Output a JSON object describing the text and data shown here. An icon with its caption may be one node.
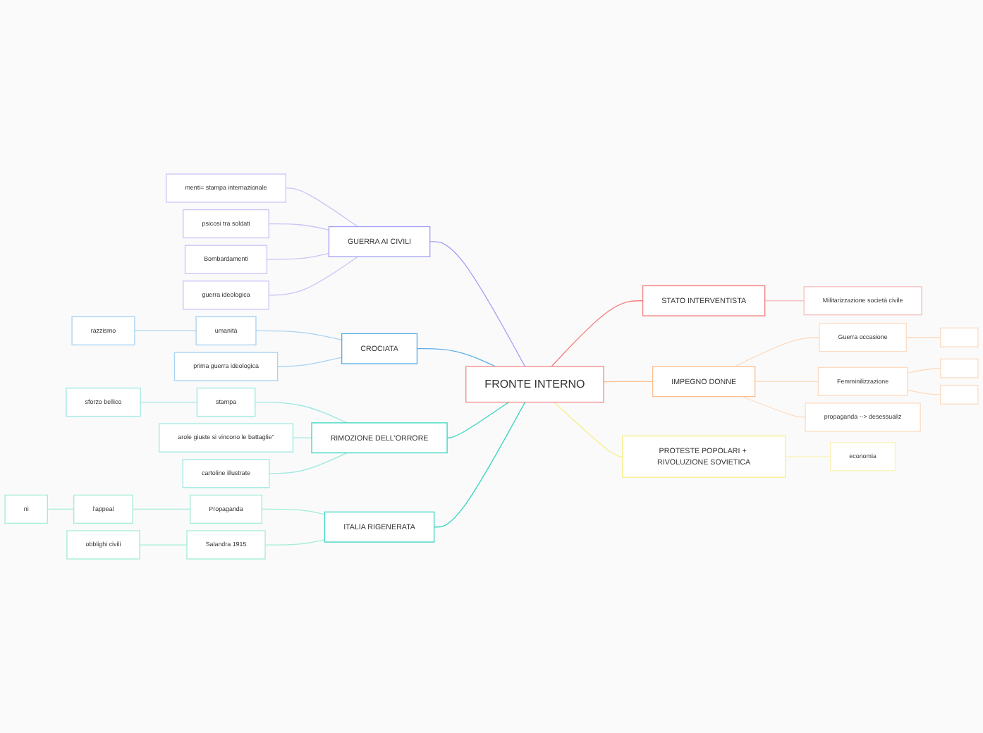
{
  "diagram": {
    "nodes": [
      {
        "text": [
          "FRONTE INTERNO"
        ]
      },
      {
        "text": [
          "GUERRA AI CIVILI"
        ]
      },
      {
        "text": [
          "menti= stampa internazionale"
        ]
      },
      {
        "text": [
          "psicosi tra soldati"
        ]
      },
      {
        "text": [
          "Bombardamenti"
        ]
      },
      {
        "text": [
          "guerra ideologica"
        ]
      },
      {
        "text": [
          "CROCIATA"
        ]
      },
      {
        "text": [
          "umanità"
        ]
      },
      {
        "text": [
          "razzismo"
        ]
      },
      {
        "text": [
          "prima guerra ideologica"
        ]
      },
      {
        "text": [
          "RIMOZIONE DELL'ORRORE"
        ]
      },
      {
        "text": [
          "stampa"
        ]
      },
      {
        "text": [
          "sforzo bellico"
        ]
      },
      {
        "text": [
          "arole giuste si vincono le battaglie\""
        ]
      },
      {
        "text": [
          "cartoline illustrate"
        ]
      },
      {
        "text": [
          "ITALIA RIGENERATA"
        ]
      },
      {
        "text": [
          "Propaganda"
        ]
      },
      {
        "text": [
          "l'appeal"
        ]
      },
      {
        "text": [
          "ni"
        ]
      },
      {
        "text": [
          "Salandra 1915"
        ]
      },
      {
        "text": [
          "obblighi civili"
        ]
      },
      {
        "text": [
          "STATO INTERVENTISTA"
        ]
      },
      {
        "text": [
          "Militarizzazione società civile"
        ]
      },
      {
        "text": [
          "IMPEGNO DONNE"
        ]
      },
      {
        "text": [
          "Guerra occasione"
        ]
      },
      {
        "text": [],
        "shape": "box"
      },
      {
        "text": [
          "Femminilizzazione"
        ]
      },
      {
        "text": [],
        "shape": "box"
      },
      {
        "text": [],
        "shape": "box"
      },
      {
        "text": [
          "propaganda --> desessualiz"
        ]
      },
      {
        "text": [
          "PROTESTE POPOLARI + RIVOLUZIONE SOVIETICA"
        ]
      },
      {
        "text": [
          "economia"
        ]
      }
    ],
    "edges": [
      {
        "from": 1,
        "to": 0,
        "arrow": "none",
        "color": "#a5a0f5"
      },
      {
        "from": 2,
        "to": 1,
        "arrow": "none",
        "color": "#c9c5f7"
      },
      {
        "from": 3,
        "to": 1,
        "arrow": "none",
        "color": "#c9c5f7"
      },
      {
        "from": 4,
        "to": 1,
        "arrow": "none",
        "color": "#c9c5f7"
      },
      {
        "from": 5,
        "to": 1,
        "arrow": "none",
        "color": "#c9c5f7"
      },
      {
        "from": 6,
        "to": 0,
        "arrow": "none",
        "color": "#5aaee8"
      },
      {
        "from": 7,
        "to": 6,
        "arrow": "none",
        "color": "#a9d3f2"
      },
      {
        "from": 8,
        "to": 7,
        "arrow": "none",
        "color": "#a9d3f2"
      },
      {
        "from": 9,
        "to": 6,
        "arrow": "none",
        "color": "#a9d3f2"
      },
      {
        "from": 10,
        "to": 0,
        "arrow": "none",
        "color": "#3dd6c0"
      },
      {
        "from": 11,
        "to": 10,
        "arrow": "none",
        "color": "#9ee8e2"
      },
      {
        "from": 12,
        "to": 11,
        "arrow": "none",
        "color": "#9ee8e2"
      },
      {
        "from": 13,
        "to": 10,
        "arrow": "none",
        "color": "#9ee8e2"
      },
      {
        "from": 14,
        "to": 10,
        "arrow": "none",
        "color": "#9ee8e2"
      },
      {
        "from": 15,
        "to": 0,
        "arrow": "none",
        "color": "#3dd6c0"
      },
      {
        "from": 16,
        "to": 15,
        "arrow": "none",
        "color": "#a3ecd9"
      },
      {
        "from": 17,
        "to": 16,
        "arrow": "none",
        "color": "#a3ecd9"
      },
      {
        "from": 18,
        "to": 17,
        "arrow": "none",
        "color": "#a3ecd9"
      },
      {
        "from": 19,
        "to": 15,
        "arrow": "none",
        "color": "#a3ecd9"
      },
      {
        "from": 20,
        "to": 19,
        "arrow": "none",
        "color": "#a3ecd9"
      },
      {
        "from": 0,
        "to": 21,
        "arrow": "none",
        "color": "#f47f7f"
      },
      {
        "from": 21,
        "to": 22,
        "arrow": "none",
        "color": "#f7c1c1"
      },
      {
        "from": 0,
        "to": 23,
        "arrow": "none",
        "color": "#fdbf8f"
      },
      {
        "from": 23,
        "to": 24,
        "arrow": "none",
        "color": "#fcdcc2"
      },
      {
        "from": 24,
        "to": 25,
        "arrow": "none",
        "color": "#fcdcc2"
      },
      {
        "from": 23,
        "to": 26,
        "arrow": "none",
        "color": "#fcdcc2"
      },
      {
        "from": 26,
        "to": 27,
        "arrow": "none",
        "color": "#fcdcc2"
      },
      {
        "from": 26,
        "to": 28,
        "arrow": "none",
        "color": "#fcdcc2"
      },
      {
        "from": 23,
        "to": 29,
        "arrow": "none",
        "color": "#fcdcc2"
      },
      {
        "from": 0,
        "to": 30,
        "arrow": "none",
        "color": "#f7f08a"
      },
      {
        "from": 30,
        "to": 31,
        "arrow": "none",
        "color": "#f7f3b8"
      }
    ]
  }
}
